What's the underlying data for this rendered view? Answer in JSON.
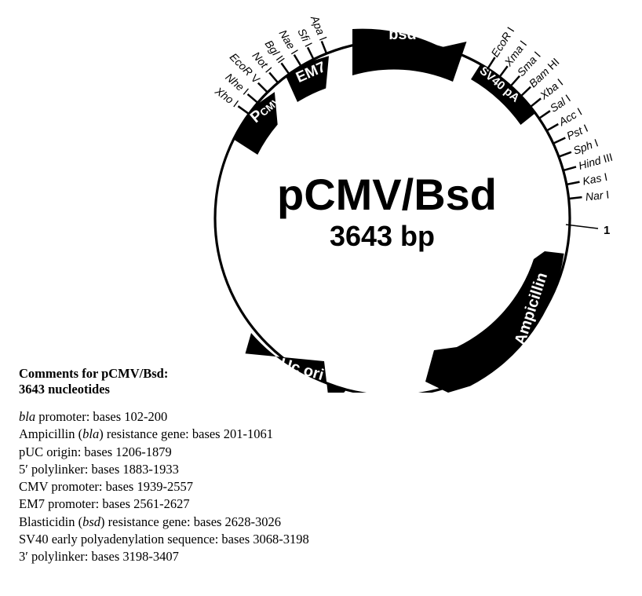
{
  "plasmid": {
    "name": "pCMV/Bsd",
    "size": "3643 bp",
    "origin_label": "1"
  },
  "features": [
    {
      "label": "PCMV",
      "label_main": "P",
      "label_sub": "CMV",
      "start": 1939,
      "end": 2557
    },
    {
      "label": "EM7",
      "start": 2561,
      "end": 2627
    },
    {
      "label": "bsd",
      "start": 2628,
      "end": 3026
    },
    {
      "label": "SV40 pA",
      "start": 3068,
      "end": 3198
    },
    {
      "label": "Ampicillin",
      "start": 201,
      "end": 1061
    },
    {
      "label": "pUc ori",
      "start": 1206,
      "end": 1879
    }
  ],
  "sites_5prime": [
    {
      "name": "Xho",
      "suffix": " I"
    },
    {
      "name": "Nhe",
      "suffix": " I"
    },
    {
      "name": "EcoR",
      "suffix": " V"
    },
    {
      "name": "Not",
      "suffix": " I"
    },
    {
      "name": "Bgl",
      "suffix": " II"
    },
    {
      "name": "Nae",
      "suffix": " I"
    },
    {
      "name": "Sfi",
      "suffix": " I"
    },
    {
      "name": "Apa",
      "suffix": " I"
    }
  ],
  "sites_3prime": [
    {
      "name": "EcoR",
      "suffix": " I"
    },
    {
      "name": "Xma",
      "suffix": " I"
    },
    {
      "name": "Sma",
      "suffix": " I"
    },
    {
      "name": "Bam",
      "suffix": " HI"
    },
    {
      "name": "Xba",
      "suffix": " I"
    },
    {
      "name": "Sal",
      "suffix": " I"
    },
    {
      "name": "Acc",
      "suffix": " I"
    },
    {
      "name": "Pst",
      "suffix": " I"
    },
    {
      "name": "Sph",
      "suffix": " I"
    },
    {
      "name": "Hind",
      "suffix": " III"
    },
    {
      "name": "Kas",
      "suffix": " I"
    },
    {
      "name": "Nar",
      "suffix": " I"
    }
  ],
  "comments": {
    "heading_1": "Comments for pCMV/Bsd:",
    "heading_2": "3643 nucleotides",
    "lines": [
      {
        "pre": "",
        "italic": "bla",
        "post": " promoter: bases 102-200"
      },
      {
        "pre": "Ampicillin (",
        "italic": "bla",
        "post": ") resistance gene: bases 201-1061"
      },
      {
        "pre": "pUC origin: bases 1206-1879",
        "italic": "",
        "post": ""
      },
      {
        "pre": "5′ polylinker: bases 1883-1933",
        "italic": "",
        "post": ""
      },
      {
        "pre": "CMV promoter: bases 1939-2557",
        "italic": "",
        "post": ""
      },
      {
        "pre": "EM7 promoter: bases 2561-2627",
        "italic": "",
        "post": ""
      },
      {
        "pre": "Blasticidin (",
        "italic": "bsd",
        "post": ") resistance gene: bases 2628-3026"
      },
      {
        "pre": "SV40 early polyadenylation sequence: bases 3068-3198",
        "italic": "",
        "post": ""
      },
      {
        "pre": "3′ polylinker: bases 3198-3407",
        "italic": "",
        "post": ""
      }
    ]
  }
}
